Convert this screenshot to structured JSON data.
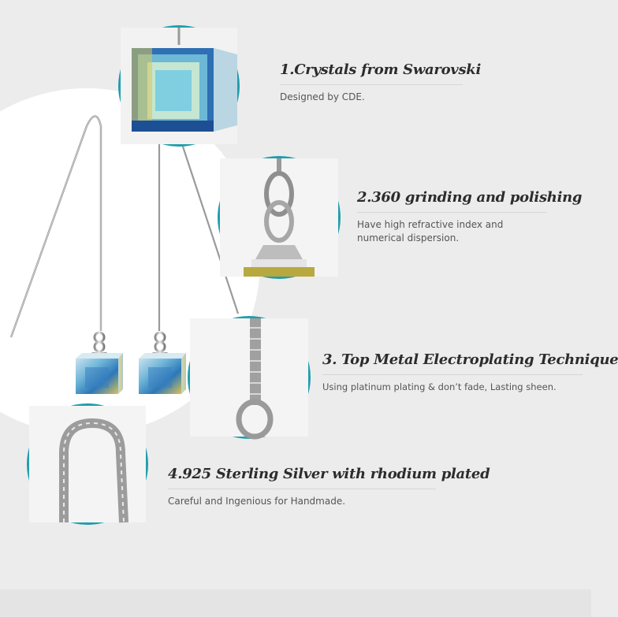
{
  "features": [
    {
      "title": "1.Crystals from Swarovski",
      "desc": "Designed by CDE."
    },
    {
      "title": "2.360 grinding and polishing",
      "desc": "Have high refractive index and numerical dispersion."
    },
    {
      "title": "3. Top Metal Electroplating Technique",
      "desc": "Using platinum plating & don’t fade, Lasting sheen."
    },
    {
      "title": "4.925 Sterling Silver with rhodium plated",
      "desc": "Careful and Ingenious for Handmade."
    }
  ],
  "colors": {
    "accent_ring": "#1f9eac",
    "background": "#ececec",
    "title_text": "#2c2c2c",
    "desc_text": "#555555"
  },
  "icons": {
    "bubble1": "crystal-cube-icon",
    "bubble2": "chain-link-icon",
    "bubble3": "box-chain-icon",
    "bubble4": "chain-hook-icon"
  }
}
